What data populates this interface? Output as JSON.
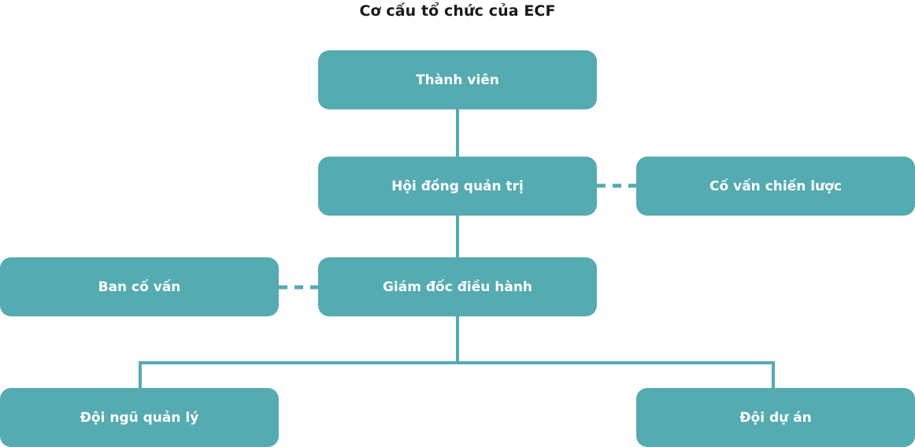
{
  "title": "Cơ cấu tổ chức của ECF",
  "colors": {
    "box": "#54ABB1",
    "line": "#54ABB1",
    "title_text": "#1a1a1a",
    "box_text": "#ffffff"
  },
  "nodes": {
    "members": "Thành viên",
    "board": "Hội đồng quản trị",
    "strategic_advisor": "Cố vấn chiến lược",
    "advisory_board": "Ban cố vấn",
    "ceo": "Giám đốc điều hành",
    "management_team": "Đội ngũ quản lý",
    "project_team": "Đội dự án"
  }
}
